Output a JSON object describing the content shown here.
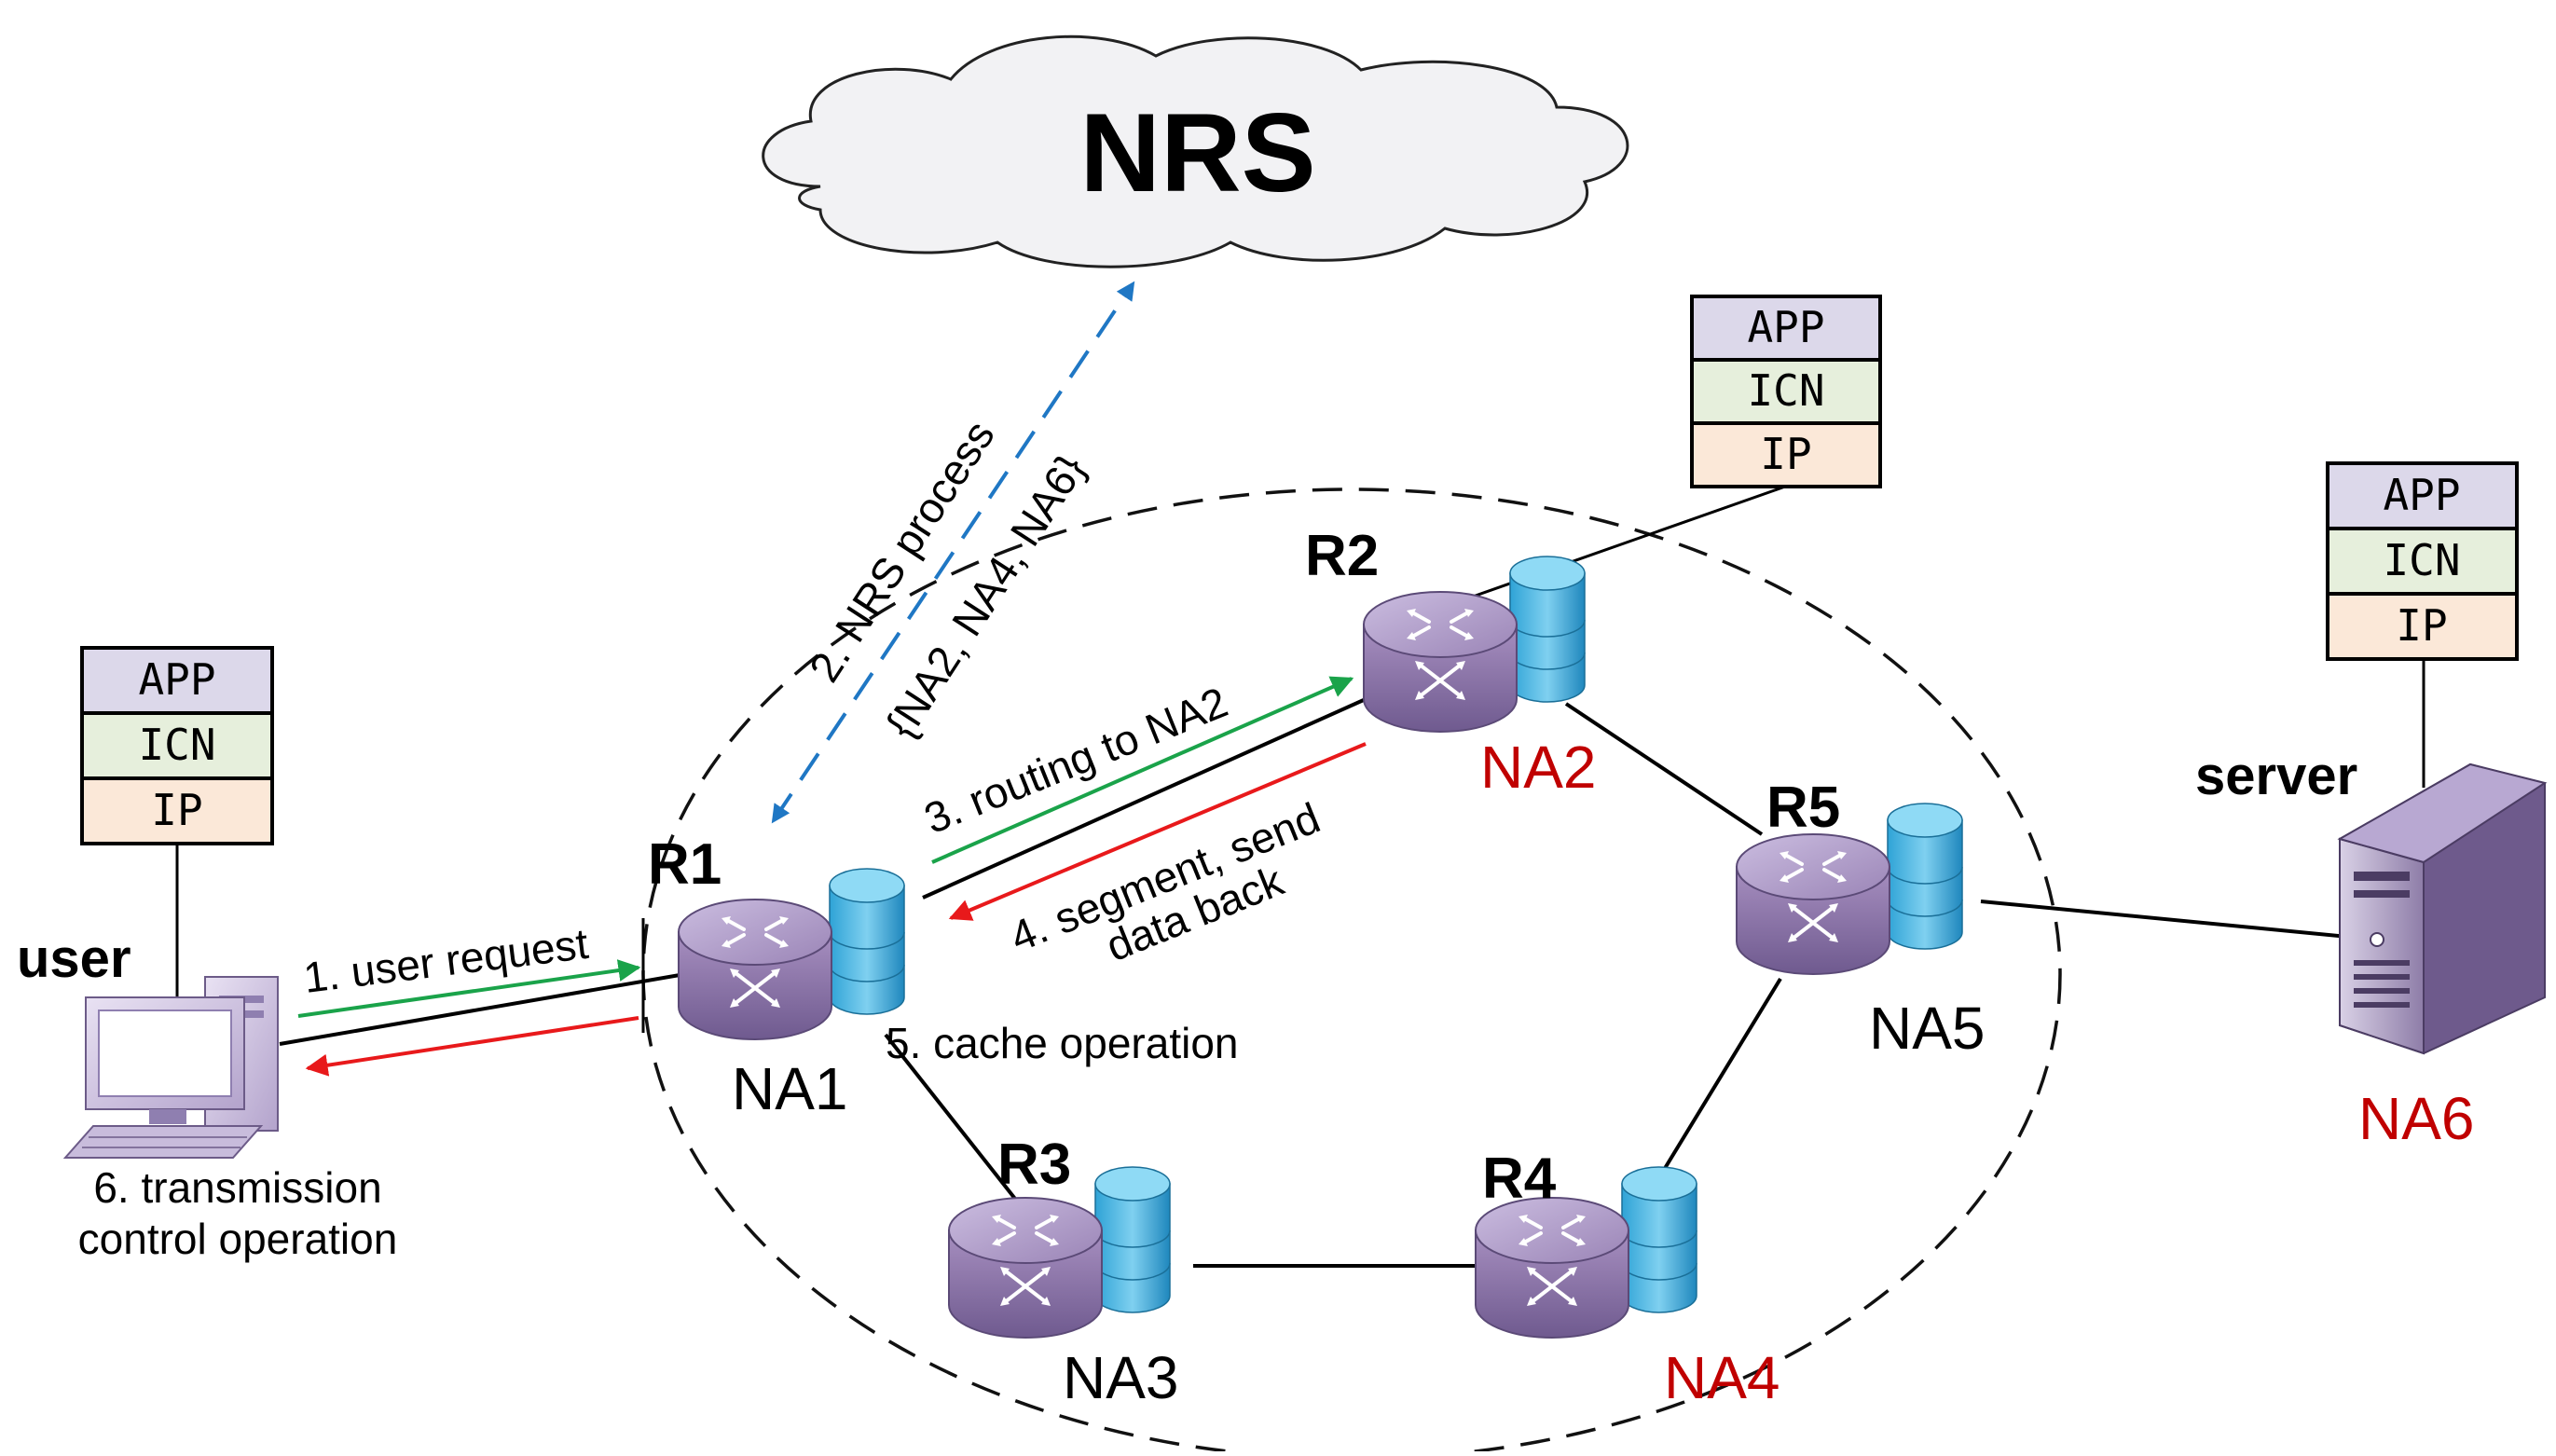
{
  "cloud": {
    "label": "NRS"
  },
  "protocol_stack": {
    "app": "APP",
    "icn": "ICN",
    "ip": "IP"
  },
  "routers": {
    "r1": "R1",
    "r2": "R2",
    "r3": "R3",
    "r4": "R4",
    "r5": "R5"
  },
  "network_addresses": {
    "na1": "NA1",
    "na2": "NA2",
    "na3": "NA3",
    "na4": "NA4",
    "na5": "NA5",
    "na6": "NA6"
  },
  "endpoints": {
    "user": "user",
    "server": "server"
  },
  "steps": {
    "user_request": "1. user request",
    "nrs_process": "2. NRS process",
    "nrs_result": "{NA2, NA4, NA6}",
    "routing": "3. routing to NA2",
    "segment_line1": "4. segment, send",
    "segment_line2": "data back",
    "cache": "5. cache operation",
    "transmission_line1": "6. transmission",
    "transmission_line2": "control operation"
  },
  "colors": {
    "highlight_na": "#c00000",
    "normal_na": "#000000",
    "request_arrow": "#1aa34a",
    "response_arrow": "#e8191b",
    "nrs_arrow": "#1f77c4",
    "cloud_fill": "#f2f2f4",
    "stack_app": "#dcd8ea",
    "stack_icn": "#e6efdc",
    "stack_ip": "#fbe8d8"
  }
}
